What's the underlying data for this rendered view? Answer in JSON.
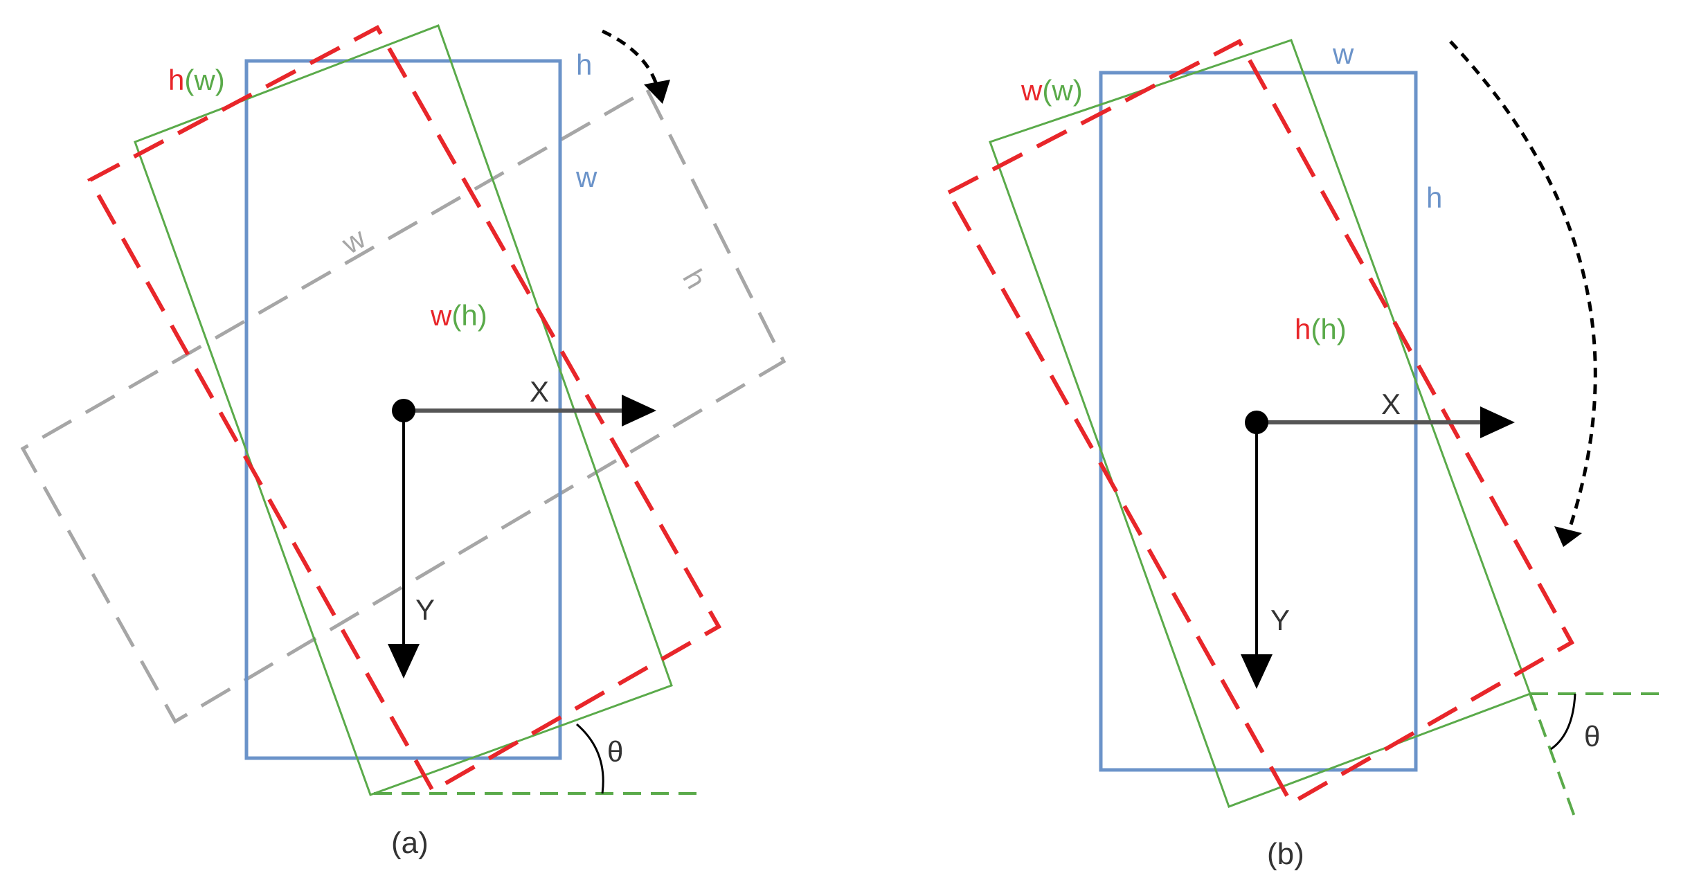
{
  "colors": {
    "blue": "#6b93c9",
    "green": "#5aaa4a",
    "red": "#e8262a",
    "gray": "#a6a6a6",
    "black": "#000000",
    "axis": "#555555"
  },
  "panel_a": {
    "caption": "(a)",
    "blue_h": "h",
    "blue_w": "w",
    "gray_w": "w",
    "gray_h": "h",
    "top_red": "h",
    "top_green": "w",
    "mid_red": "w",
    "mid_green": "h",
    "axis_x": "X",
    "axis_y": "Y",
    "angle": "θ"
  },
  "panel_b": {
    "caption": "(b)",
    "blue_w": "w",
    "blue_h": "h",
    "top_red": "w",
    "top_green": "w",
    "mid_red": "h",
    "mid_green": "h",
    "axis_x": "X",
    "axis_y": "Y",
    "angle": "θ"
  },
  "punct": {
    "open": "(",
    "close": ")"
  }
}
